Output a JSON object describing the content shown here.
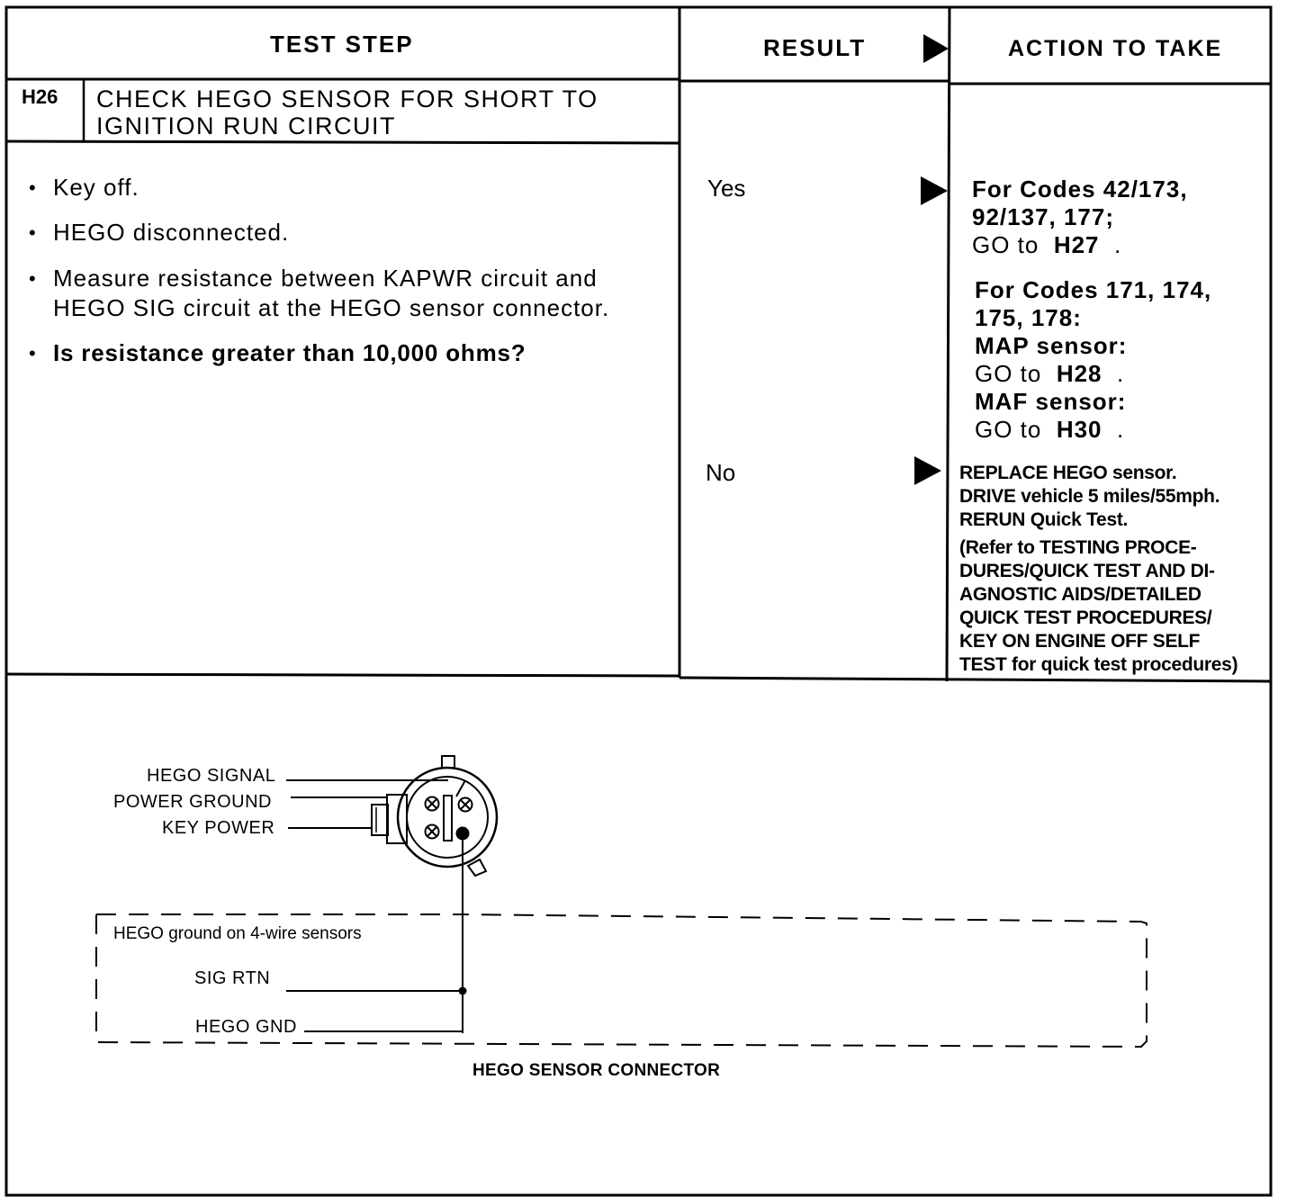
{
  "header": {
    "test_step": "TEST STEP",
    "result": "RESULT",
    "action": "ACTION TO TAKE"
  },
  "step": {
    "id": "H26",
    "title_line1": "CHECK HEGO SENSOR FOR SHORT TO",
    "title_line2": "IGNITION RUN CIRCUIT",
    "bullets": [
      "Key off.",
      "HEGO disconnected.",
      "Measure resistance between KAPWR circuit and",
      "HEGO SIG circuit at the HEGO sensor connector.",
      "Is resistance greater than 10,000 ohms?"
    ],
    "bullet_glyph": "•"
  },
  "results": {
    "yes": "Yes",
    "no": "No"
  },
  "actions": {
    "yes": {
      "codes1_a": "For Codes 42/173,",
      "codes1_b": "92/137, 177;",
      "go1_prefix": "GO to",
      "go1_target": "H27",
      "codes2_a": "For Codes 171, 174,",
      "codes2_b": "175, 178:",
      "map": "MAP sensor:",
      "go2_prefix": "GO to",
      "go2_target": "H28",
      "maf": "MAF sensor:",
      "go3_prefix": "GO to",
      "go3_target": "H30",
      "period": "."
    },
    "no": {
      "lines": [
        "REPLACE HEGO sensor.",
        "DRIVE vehicle 5 miles/55mph.",
        "RERUN Quick Test.",
        "(Refer to TESTING PROCE-",
        "DURES/QUICK TEST AND DI-",
        "AGNOSTIC AIDS/DETAILED",
        "QUICK TEST PROCEDURES/",
        "KEY ON ENGINE OFF SELF",
        "TEST for quick test procedures)"
      ]
    }
  },
  "diagram": {
    "labels": {
      "hego_signal": "HEGO SIGNAL",
      "power_ground": "POWER GROUND",
      "key_power": "KEY POWER",
      "hego_ground_note": "HEGO ground on 4-wire sensors",
      "sig_rtn": "SIG RTN",
      "hego_gnd": "HEGO GND",
      "caption": "HEGO SENSOR CONNECTOR"
    }
  }
}
